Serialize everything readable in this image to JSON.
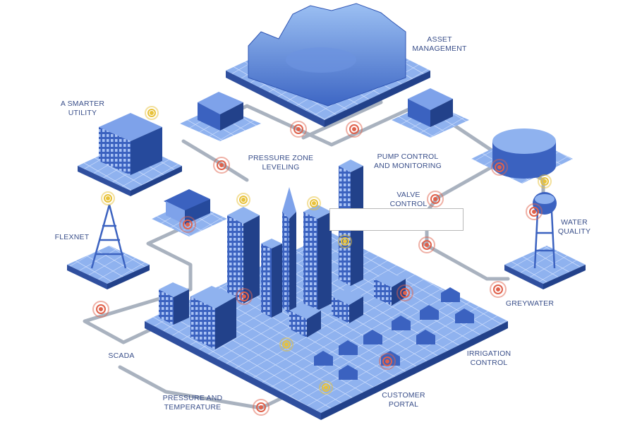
{
  "labels": {
    "smarter_utility": "A SMARTER\nUTILITY",
    "asset_management": "ASSET\nMANAGEMENT",
    "pressure_zone": "PRESSURE ZONE\nLEVELING",
    "pump_control": "PUMP CONTROL\nAND MONITORING",
    "valve_control": "VALVE\nCONTROL",
    "water_quality": "WATER\nQUALITY",
    "flexnet": "FLEXNET",
    "greywater": "GREYWATER",
    "scada": "SCADA",
    "irrigation": "IRRIGATION\nCONTROL",
    "pressure_temp": "PRESSURE AND\nTEMPERATURE",
    "customer_portal": "CUSTOMER\nPORTAL"
  },
  "colors": {
    "tile_top": "#8fb2ef",
    "tile_side": "#2f4f9e",
    "building": "#3b62c0",
    "building_dark": "#1f3b86",
    "pipe": "#a9b2bf",
    "sensor": "#e0614b",
    "antenna": "#e8c23a",
    "label": "#3a4f8a"
  },
  "icons": [
    "signal-sensor-icon",
    "antenna-signal-icon"
  ]
}
